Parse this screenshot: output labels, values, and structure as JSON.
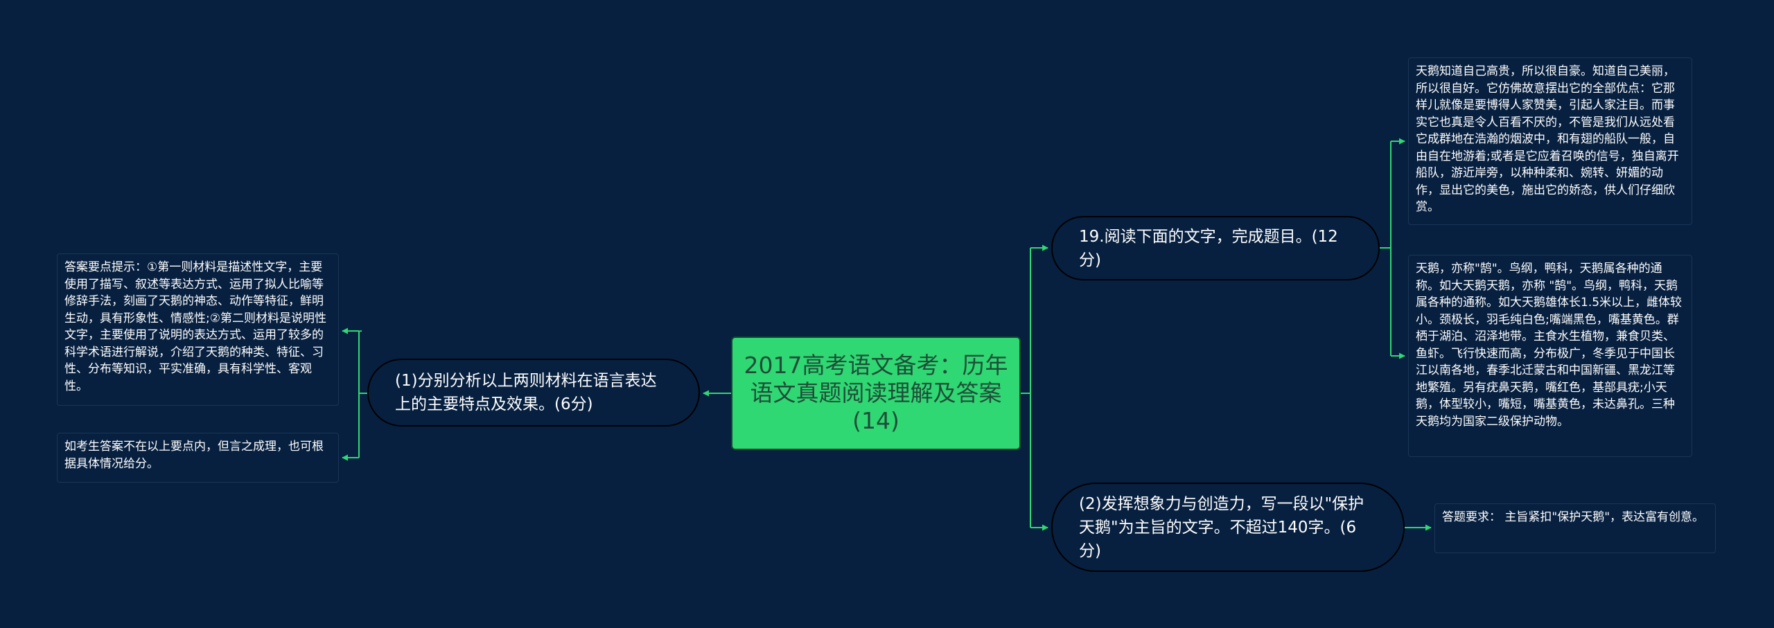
{
  "colors": {
    "background": "#072040",
    "root_fill": "#2fd873",
    "root_text": "#1f4d38",
    "connector": "#2fd873",
    "node_text": "#ffffff"
  },
  "mindmap": {
    "root": {
      "label": "2017高考语文备考：历年语文真题阅读理解及答案(14)"
    },
    "left": [
      {
        "label": "(1)分别分析以上两则材料在语言表达上的主要特点及效果。(6分)",
        "children": [
          "答案要点提示：①第一则材料是描述性文字，主要使用了描写、叙述等表达方式、运用了拟人比喻等修辞手法，刻画了天鹅的神态、动作等特征，鲜明生动，具有形象性、情感性;②第二则材料是说明性文字，主要使用了说明的表达方式、运用了较多的科学术语进行解说，介绍了天鹅的种类、特征、习性、分布等知识，平实准确，具有科学性、客观性。",
          "如考生答案不在以上要点内，但言之成理，也可根据具体情况给分。"
        ]
      }
    ],
    "right": [
      {
        "label": "19.阅读下面的文字，完成题目。(12分)",
        "children": [
          "天鹅知道自己高贵，所以很自豪。知道自己美丽，所以很自好。它仿佛故意摆出它的全部优点：它那样儿就像是要博得人家赞美，引起人家注目。而事实它也真是令人百看不厌的，不管是我们从远处看它成群地在浩瀚的烟波中，和有翅的船队一般，自由自在地游着;或者是它应着召唤的信号，独自离开船队，游近岸旁，以种种柔和、婉转、妍媚的动作，显出它的美色，施出它的娇态，供人们仔细欣赏。",
          "天鹅，亦称\"鹄\"。鸟纲，鸭科，天鹅属各种的通称。如大天鹅天鹅，亦称 \"鹄\"。鸟纲，鸭科，天鹅属各种的通称。如大天鹅雄体长1.5米以上，雌体较小。颈极长，羽毛纯白色;嘴端黑色，嘴基黄色。群栖于湖泊、沼泽地带。主食水生植物，兼食贝类、鱼虾。飞行快速而高，分布极广，冬季见于中国长江以南各地，春季北迁蒙古和中国新疆、黑龙江等地繁殖。另有疣鼻天鹅，嘴红色，基部具疣;小天鹅，体型较小，嘴短，嘴基黄色，未达鼻孔。三种天鹅均为国家二级保护动物。"
        ]
      },
      {
        "label": "(2)发挥想象力与创造力，写一段以\"保护天鹅\"为主旨的文字。不超过140字。(6分)",
        "children": [
          "答题要求：  主旨紧扣\"保护天鹅\"，表达富有创意。"
        ]
      }
    ]
  }
}
